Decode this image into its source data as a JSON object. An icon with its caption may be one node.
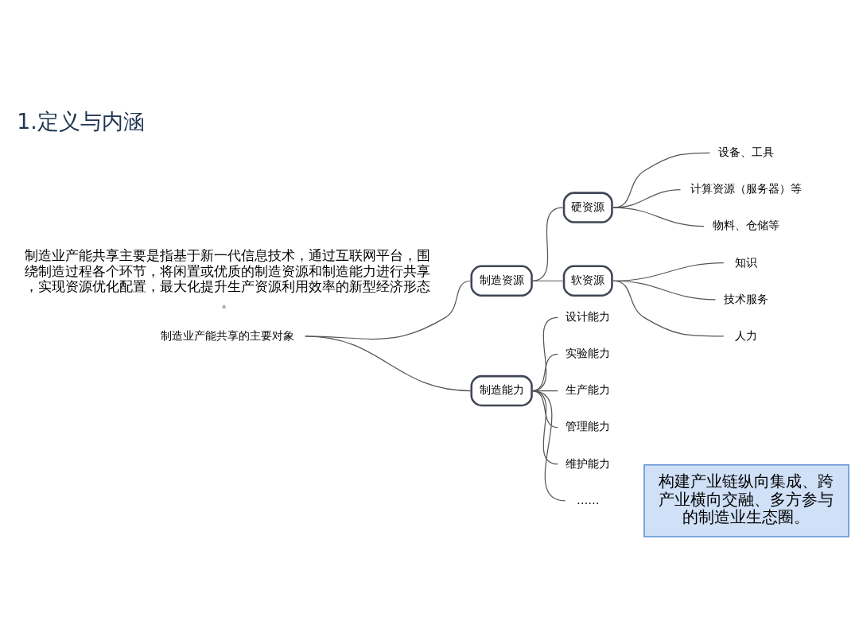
{
  "diagram": {
    "title": "1.定义与内涵",
    "nodes": [
      {
        "text": [
          "制造业产能共享的主要对象"
        ]
      },
      {
        "text": [
          "制造资源"
        ]
      },
      {
        "text": [
          "硬资源"
        ]
      },
      {
        "text": [
          "设备、工具"
        ]
      },
      {
        "text": [
          "计算资源（服务器）等"
        ]
      },
      {
        "text": [
          "物料、仓储等"
        ]
      },
      {
        "text": [
          "软资源"
        ]
      },
      {
        "text": [
          "知识"
        ]
      },
      {
        "text": [
          "技术服务"
        ]
      },
      {
        "text": [
          "人力"
        ]
      },
      {
        "text": [
          "制造能力"
        ]
      },
      {
        "text": [
          "设计能力"
        ]
      },
      {
        "text": [
          "实验能力"
        ]
      },
      {
        "text": [
          "生产能力"
        ]
      },
      {
        "text": [
          "管理能力"
        ]
      },
      {
        "text": [
          "维护能力"
        ]
      },
      {
        "text": [
          "……"
        ]
      },
      {
        "text": [
          "构建产业链纵向集成、跨产业横向交融、多方参与的制造业生态圈。"
        ]
      }
    ],
    "edges": [
      {
        "from": 0,
        "to": 1,
        "arrow": "none"
      },
      {
        "from": 0,
        "to": 10,
        "arrow": "none"
      },
      {
        "from": 1,
        "to": 2,
        "arrow": "none"
      },
      {
        "from": 1,
        "to": 6,
        "arrow": "none"
      },
      {
        "from": 2,
        "to": 3,
        "arrow": "none"
      },
      {
        "from": 2,
        "to": 4,
        "arrow": "none"
      },
      {
        "from": 2,
        "to": 5,
        "arrow": "none"
      },
      {
        "from": 6,
        "to": 7,
        "arrow": "none"
      },
      {
        "from": 6,
        "to": 8,
        "arrow": "none"
      },
      {
        "from": 6,
        "to": 9,
        "arrow": "none"
      },
      {
        "from": 10,
        "to": 11,
        "arrow": "none"
      },
      {
        "from": 10,
        "to": 12,
        "arrow": "none"
      },
      {
        "from": 10,
        "to": 13,
        "arrow": "none"
      },
      {
        "from": 10,
        "to": 14,
        "arrow": "none"
      },
      {
        "from": 10,
        "to": 15,
        "arrow": "none"
      },
      {
        "from": 10,
        "to": 16,
        "arrow": "none"
      }
    ],
    "labels": [
      "制造业产能共享主要是指基于新一代信息技术，通过互联网平台，围绕制造过程各个环节，将闲置或优质的制造资源和制造能力进行共享，实现资源优化配置，最大化提升生产资源利用效率的新型经济形态。"
    ]
  }
}
